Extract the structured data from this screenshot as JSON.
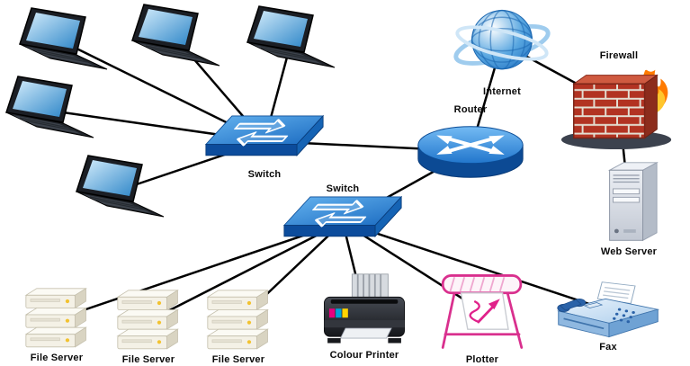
{
  "diagram": {
    "background": "#ffffff",
    "line_color": "#000000",
    "line_width": 2.5,
    "labels": {
      "switch1": "Switch",
      "switch2": "Switch",
      "router": "Router",
      "internet": "Internet",
      "firewall": "Firewall",
      "webserver": "Web Server",
      "fileserver1": "File Server",
      "fileserver2": "File Server",
      "fileserver3": "File Server",
      "printer": "Colour Printer",
      "plotter": "Plotter",
      "fax": "Fax"
    },
    "nodes": [
      {
        "id": "laptop1",
        "type": "laptop"
      },
      {
        "id": "laptop2",
        "type": "laptop"
      },
      {
        "id": "laptop3",
        "type": "laptop"
      },
      {
        "id": "laptop4",
        "type": "laptop"
      },
      {
        "id": "laptop5",
        "type": "laptop"
      },
      {
        "id": "switch1",
        "type": "network-switch"
      },
      {
        "id": "switch2",
        "type": "network-switch"
      },
      {
        "id": "router",
        "type": "router"
      },
      {
        "id": "internet",
        "type": "internet-globe"
      },
      {
        "id": "firewall",
        "type": "firewall"
      },
      {
        "id": "webserver",
        "type": "tower-server"
      },
      {
        "id": "fileserver1",
        "type": "file-server"
      },
      {
        "id": "fileserver2",
        "type": "file-server"
      },
      {
        "id": "fileserver3",
        "type": "file-server"
      },
      {
        "id": "printer",
        "type": "colour-printer"
      },
      {
        "id": "plotter",
        "type": "plotter"
      },
      {
        "id": "fax",
        "type": "fax-machine"
      }
    ],
    "edges": [
      [
        "laptop1",
        "switch1"
      ],
      [
        "laptop2",
        "switch1"
      ],
      [
        "laptop3",
        "switch1"
      ],
      [
        "laptop4",
        "switch1"
      ],
      [
        "laptop5",
        "switch1"
      ],
      [
        "switch1",
        "router"
      ],
      [
        "switch2",
        "router"
      ],
      [
        "router",
        "internet"
      ],
      [
        "internet",
        "firewall"
      ],
      [
        "firewall",
        "webserver"
      ],
      [
        "switch2",
        "fileserver1"
      ],
      [
        "switch2",
        "fileserver2"
      ],
      [
        "switch2",
        "fileserver3"
      ],
      [
        "switch2",
        "printer"
      ],
      [
        "switch2",
        "plotter"
      ],
      [
        "switch2",
        "fax"
      ]
    ],
    "colors": {
      "device_blue": "#2b7fd4",
      "device_blue_dark": "#0c4c9c",
      "brick_red": "#b23322",
      "flame_orange": "#ff7a00",
      "plotter_magenta": "#e0218a",
      "server_cream": "#f4f1e6"
    }
  }
}
